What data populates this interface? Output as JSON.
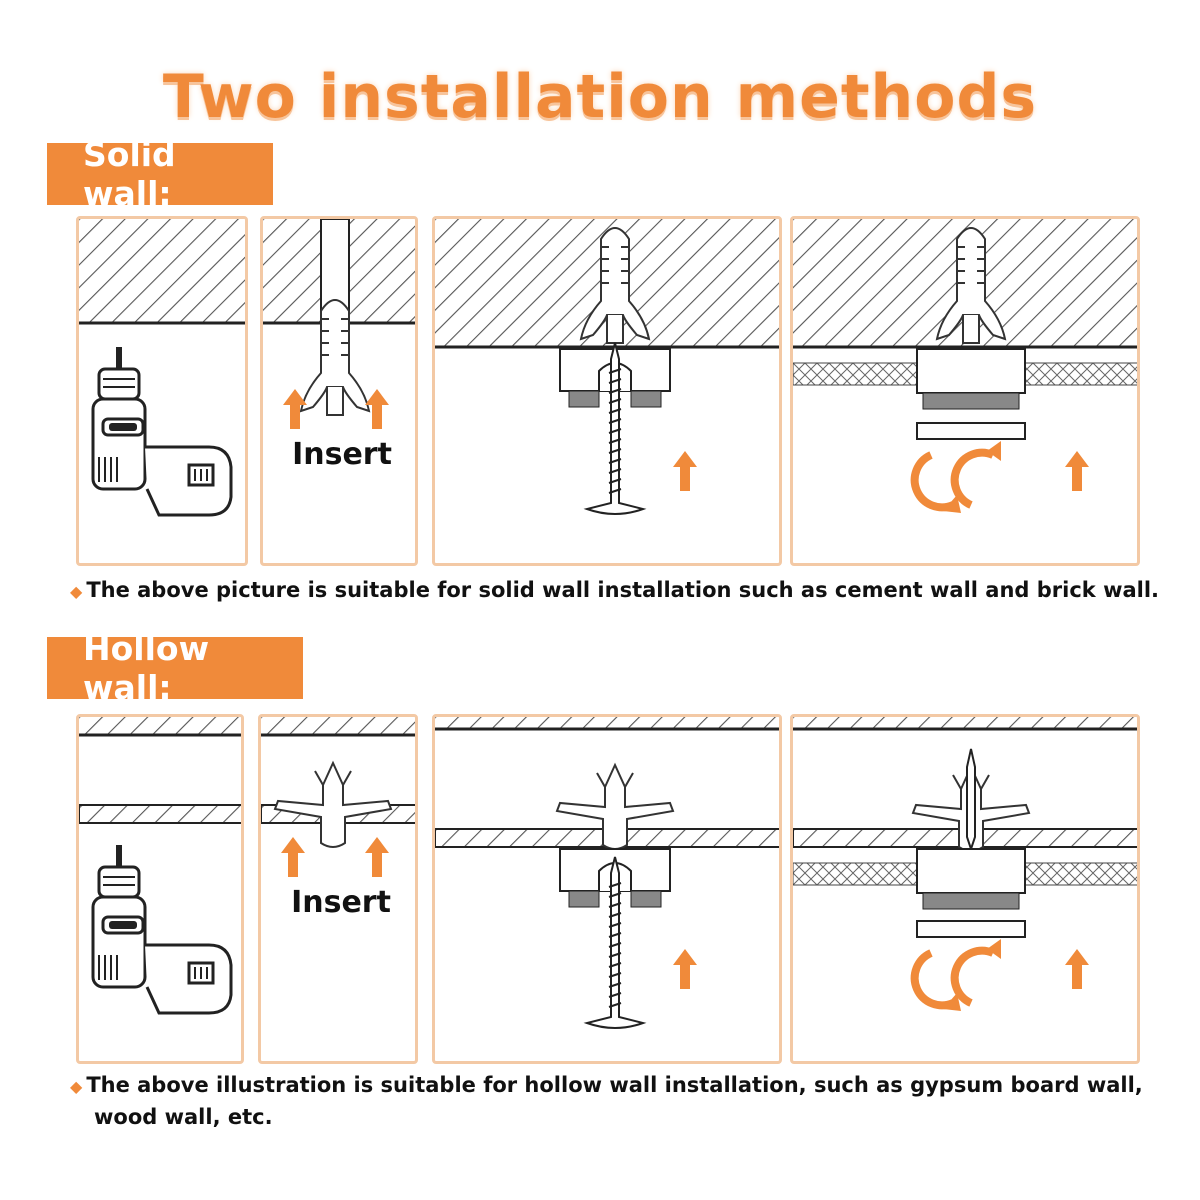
{
  "title": "Two installation methods",
  "solid": {
    "banner": "Solid wall:",
    "insert_label": "Insert",
    "note": "The above picture is suitable for solid wall installation such as cement wall and brick wall."
  },
  "hollow": {
    "banner": "Hollow wall:",
    "insert_label": "Insert",
    "note_line1": "The above illustration is suitable for hollow wall installation, such as gypsum board wall,",
    "note_line2": "wood wall, etc."
  },
  "colors": {
    "accent": "#f08a3a",
    "panel_border": "#f3c9a5",
    "line": "#222222"
  }
}
